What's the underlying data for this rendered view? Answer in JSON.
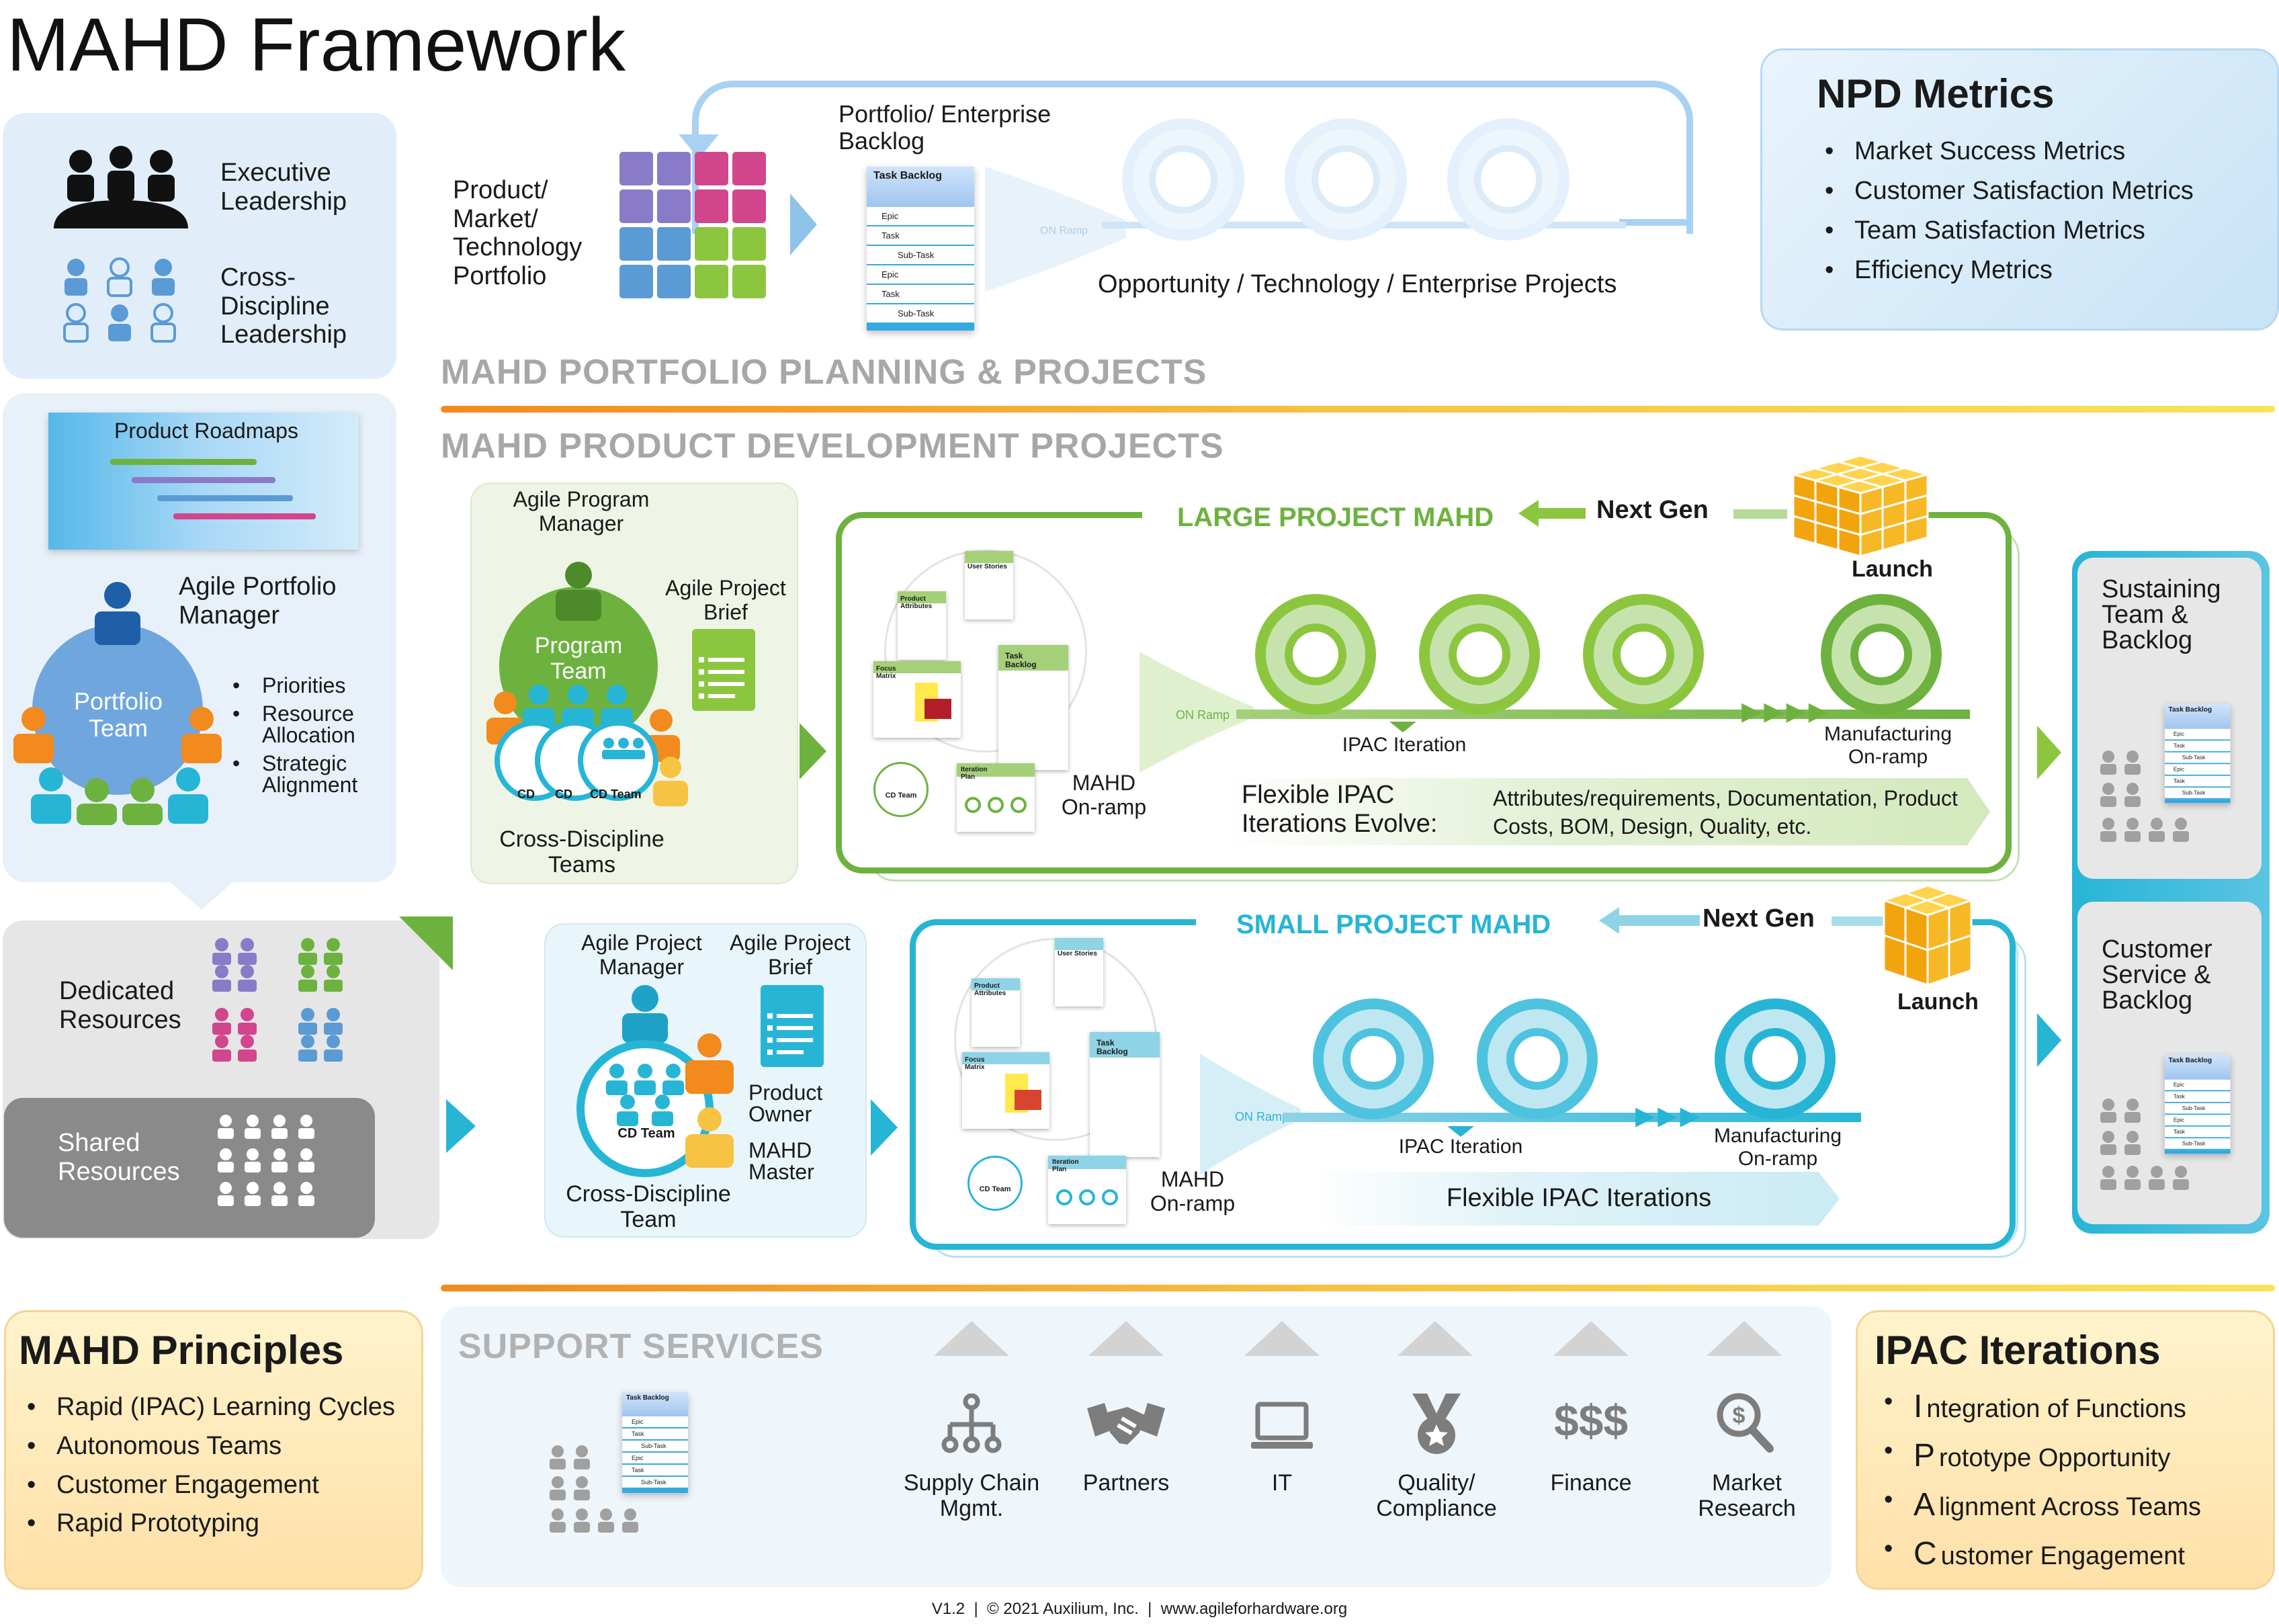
{
  "title": "MAHD Framework",
  "leadership": {
    "executive": "Executive Leadership",
    "cross_discipline": "Cross-Discipline Leadership"
  },
  "portfolio_top": {
    "pmt_label": "Product/ Market/ Technology Portfolio",
    "backlog_label": "Portfolio/ Enterprise Backlog",
    "on_ramp": "ON Ramp",
    "projects_label": "Opportunity / Technology / Enterprise Projects"
  },
  "task_backlog": {
    "header": "Task Backlog",
    "rows": [
      "Epic",
      "Task",
      "Sub-Task",
      "Epic",
      "Task",
      "Sub-Task"
    ]
  },
  "npd_metrics": {
    "title": "NPD Metrics",
    "items": [
      "Market Success Metrics",
      "Customer Satisfaction Metrics",
      "Team Satisfaction Metrics",
      "Efficiency Metrics"
    ]
  },
  "sections": {
    "portfolio_planning": "MAHD PORTFOLIO PLANNING & PROJECTS",
    "product_development": "MAHD PRODUCT DEVELOPMENT PROJECTS",
    "support_services": "SUPPORT SERVICES"
  },
  "left_panel": {
    "roadmaps": "Product Roadmaps",
    "apm": "Agile Portfolio Manager",
    "portfolio_team": "Portfolio Team",
    "bullets": [
      "Priorities",
      "Resource Allocation",
      "Strategic Alignment"
    ],
    "dedicated": "Dedicated Resources",
    "shared": "Shared Resources"
  },
  "program_team": {
    "apm": "Agile Program Manager",
    "brief": "Agile Project Brief",
    "team": "Program Team",
    "cd_team": "CD Team",
    "cd_short": "CD",
    "cross": "Cross-Discipline Teams"
  },
  "large_project": {
    "title": "LARGE PROJECT MAHD",
    "next_gen": "Next Gen",
    "launch": "Launch",
    "ipac_iteration": "IPAC Iteration",
    "manufacturing": "Manufacturing On-ramp",
    "on_ramp": "MAHD On-ramp",
    "on_ramp_tag": "ON Ramp",
    "flexible": "Flexible IPAC Iterations Evolve:",
    "evolve": "Attributes/requirements, Documentation, Product Costs, BOM, Design, Quality, etc.",
    "steps": [
      "User Stories",
      "Product Attributes",
      "Focus Matrix",
      "Iteration Plan",
      "Task Backlog"
    ],
    "cd_team": "CD Team"
  },
  "small_project": {
    "title": "SMALL PROJECT MAHD",
    "next_gen": "Next Gen",
    "launch": "Launch",
    "ipac_iteration": "IPAC Iteration",
    "manufacturing": "Manufacturing On-ramp",
    "on_ramp": "MAHD On-ramp",
    "on_ramp_tag": "ON Ramp",
    "flexible": "Flexible IPAC Iterations",
    "steps": [
      "User Stories",
      "Product Attributes",
      "Focus Matrix",
      "Iteration Plan",
      "Task Backlog"
    ],
    "cd_team": "CD Team"
  },
  "small_team": {
    "apm": "Agile Project Manager",
    "brief": "Agile Project Brief",
    "cd_team": "CD Team",
    "product_owner": "Product Owner",
    "mahd_master": "MAHD Master",
    "cross": "Cross-Discipline Team"
  },
  "right_panel": {
    "sustaining": "Sustaining Team & Backlog",
    "customer": "Customer Service & Backlog"
  },
  "principles": {
    "title": "MAHD Principles",
    "items": [
      "Rapid (IPAC) Learning Cycles",
      "Autonomous Teams",
      "Customer Engagement",
      "Rapid Prototyping"
    ]
  },
  "support": {
    "items": [
      "Supply Chain Mgmt.",
      "Partners",
      "IT",
      "Quality/ Compliance",
      "Finance",
      "Market Research"
    ],
    "finance_symbol": "$$$"
  },
  "ipac": {
    "title": "IPAC Iterations",
    "items": [
      {
        "letter": "I",
        "rest": "ntegration of Functions"
      },
      {
        "letter": "P",
        "rest": "rototype Opportunity"
      },
      {
        "letter": "A",
        "rest": "lignment Across Teams"
      },
      {
        "letter": "C",
        "rest": "ustomer Engagement"
      }
    ]
  },
  "footer": "V1.2  |  © 2021 Auxilium, Inc.  |  www.agileforhardware.org",
  "colors": {
    "green": "#6db23f",
    "cyan": "#27b5d6",
    "blue_panel": "#e1eef9",
    "orange": "#f28a1d",
    "yellow": "#f6c343",
    "gray": "#7d7d7d"
  }
}
